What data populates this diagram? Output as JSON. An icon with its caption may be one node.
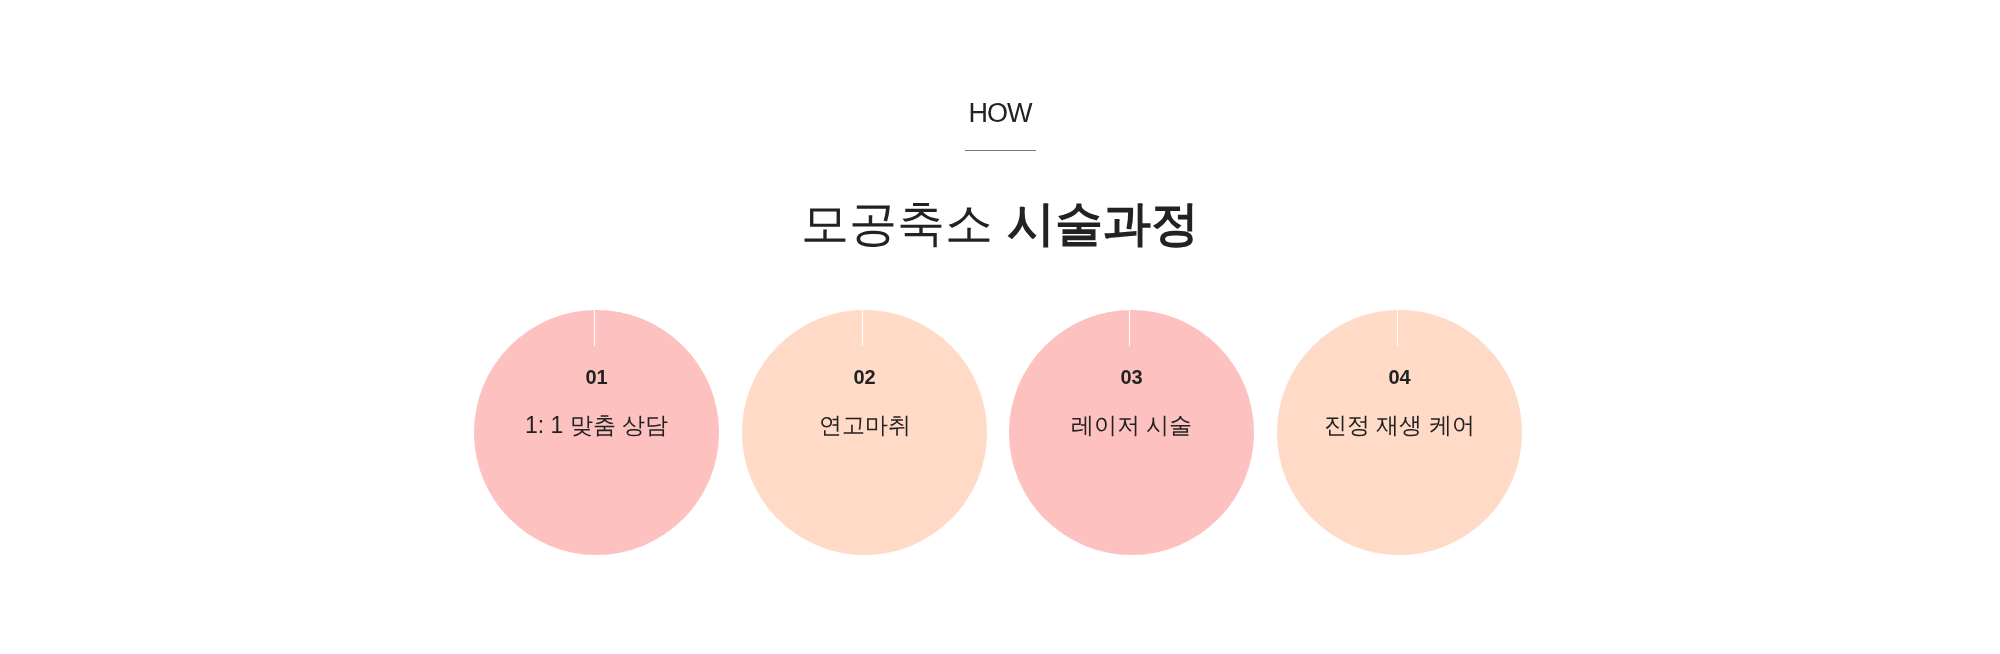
{
  "diagram": {
    "title": "모공축소 **시술과정**",
    "nodes": [
      {
        "text": [
          "01",
          "1: 1 맞춤 상담"
        ]
      },
      {
        "text": [
          "02",
          "연고마취"
        ]
      },
      {
        "text": [
          "03",
          "레이저 시술"
        ]
      },
      {
        "text": [
          "04",
          "진정 재생 케어"
        ]
      }
    ],
    "labels": [
      "HOW"
    ]
  }
}
